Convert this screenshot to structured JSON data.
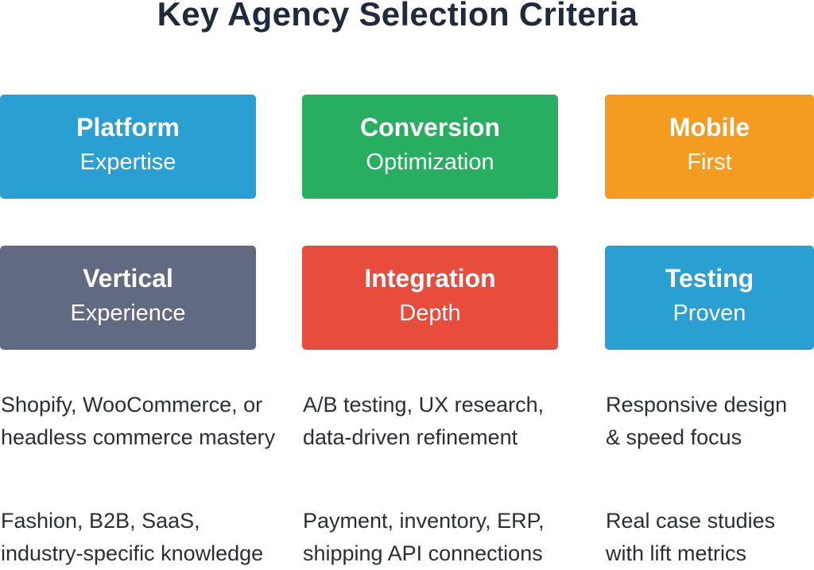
{
  "title": "Key Agency Selection Criteria",
  "cards": [
    {
      "title": "Platform",
      "subtitle": "Expertise",
      "color": "#2a9fd1"
    },
    {
      "title": "Conversion",
      "subtitle": "Optimization",
      "color": "#27ae60"
    },
    {
      "title": "Mobile",
      "subtitle": "First",
      "color": "#f39c1f"
    },
    {
      "title": "Vertical",
      "subtitle": "Experience",
      "color": "#626a82"
    },
    {
      "title": "Integration",
      "subtitle": "Depth",
      "color": "#e74c3c"
    },
    {
      "title": "Testing",
      "subtitle": "Proven",
      "color": "#2a9fd1"
    }
  ],
  "descriptions": [
    {
      "line1": "Shopify, WooCommerce, or",
      "line2": "headless commerce mastery"
    },
    {
      "line1": "A/B testing, UX research,",
      "line2": "data-driven refinement"
    },
    {
      "line1": "Responsive design",
      "line2": "& speed focus"
    },
    {
      "line1": "Fashion, B2B, SaaS,",
      "line2": "industry-specific knowledge"
    },
    {
      "line1": "Payment, inventory, ERP,",
      "line2": "shipping API connections"
    },
    {
      "line1": "Real case studies",
      "line2": "with lift metrics"
    }
  ]
}
